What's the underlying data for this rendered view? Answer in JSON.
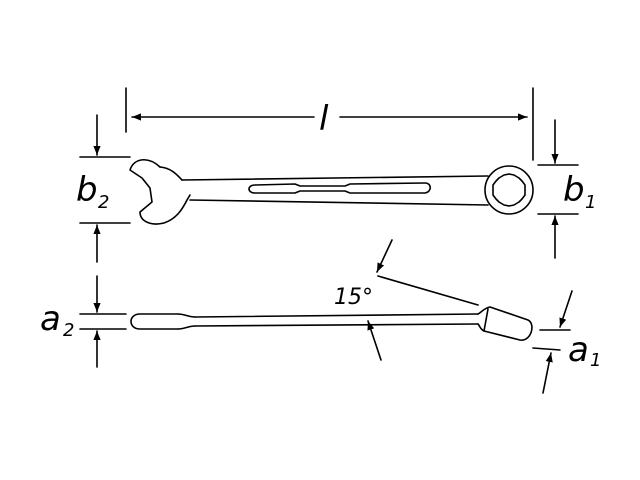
{
  "labels": {
    "length": "l",
    "b2_main": "b",
    "b2_sub": "2",
    "b1_main": "b",
    "b1_sub": "1",
    "a2_main": "a",
    "a2_sub": "2",
    "a1_main": "a",
    "a1_sub": "1",
    "angle": "15°"
  },
  "colors": {
    "ink": "#000000",
    "background": "#ffffff"
  }
}
